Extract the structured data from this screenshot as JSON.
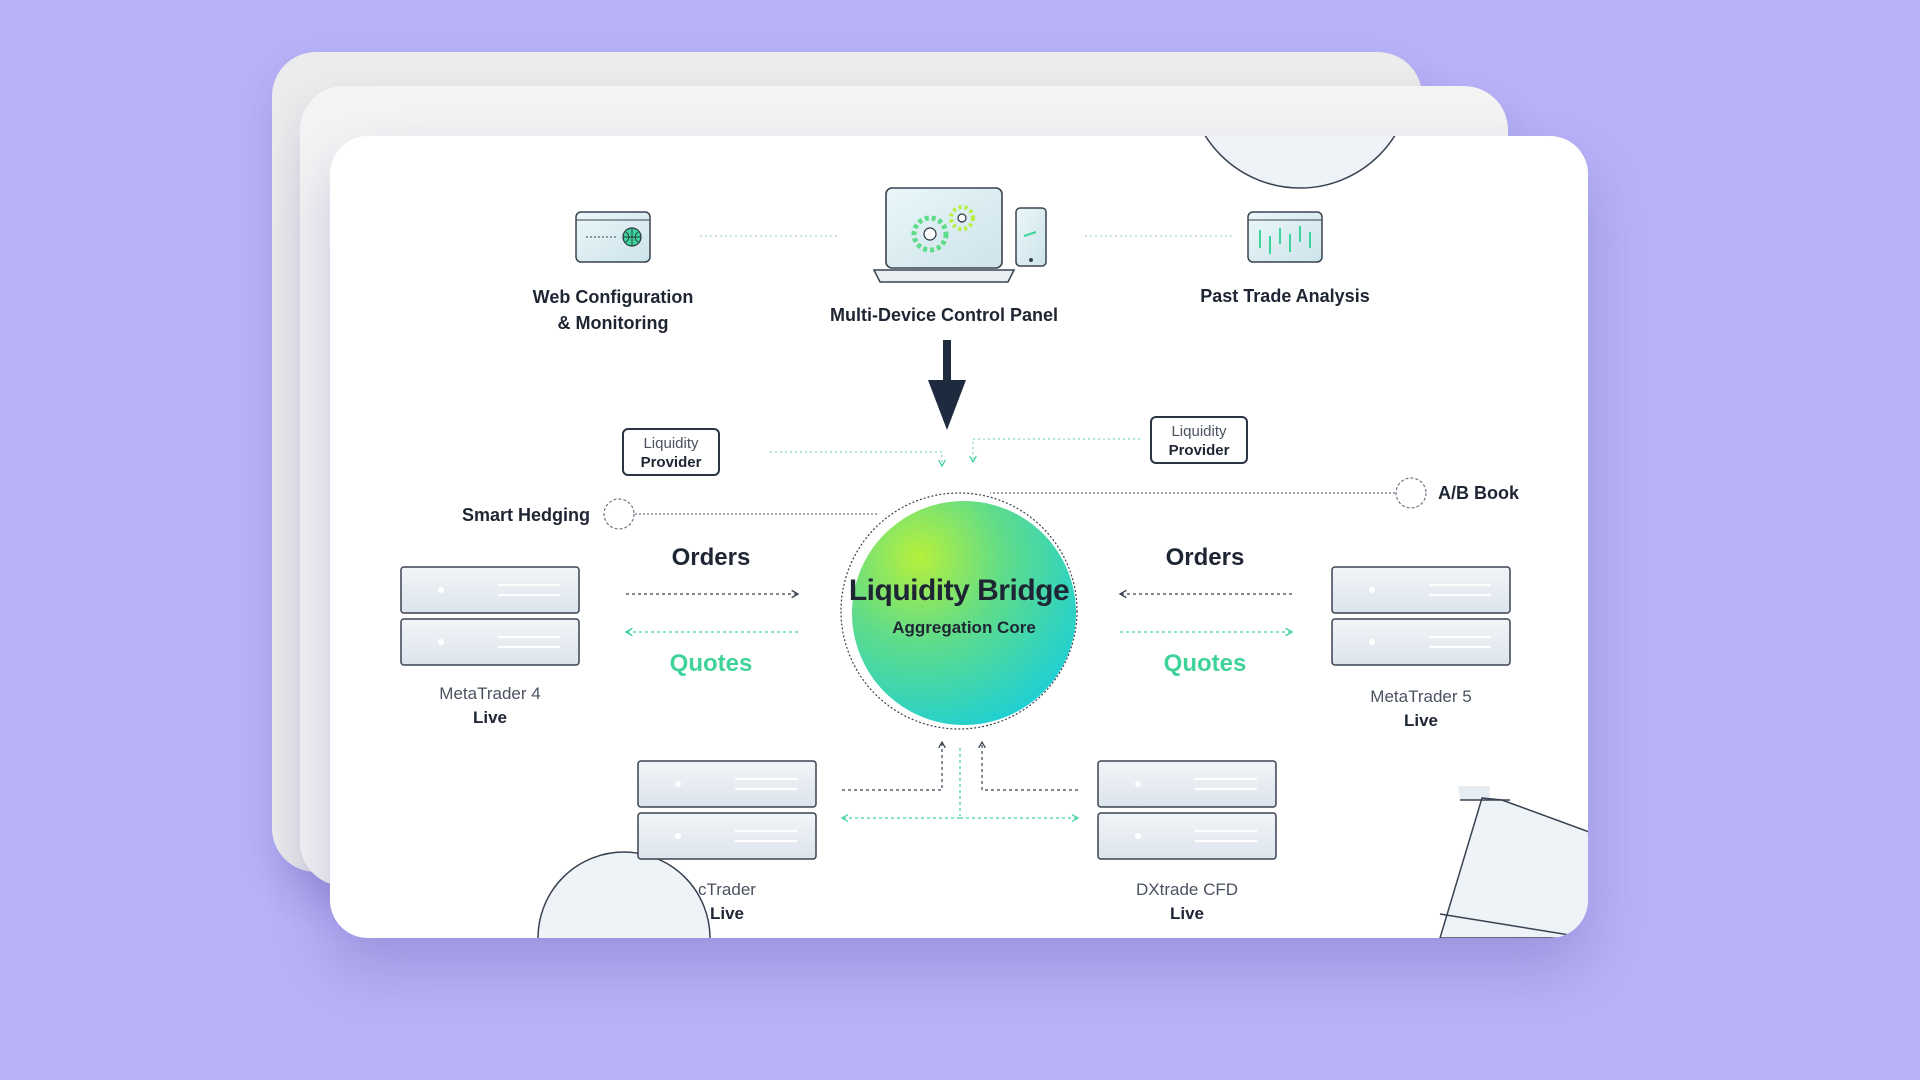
{
  "top_nodes": {
    "web": {
      "line1": "Web Configuration",
      "line2": "& Monitoring",
      "icon": "browser-globe-icon"
    },
    "panel": {
      "label": "Multi-Device Control Panel",
      "icon": "laptop-gears-icon"
    },
    "analysis": {
      "label": "Past Trade Analysis",
      "icon": "candlestick-chart-icon"
    }
  },
  "liquidity_providers": [
    {
      "line1": "Liquidity",
      "line2": "Provider"
    },
    {
      "line1": "Liquidity",
      "line2": "Provider"
    }
  ],
  "smart_hedging": "Smart Hedging",
  "ab_book": "A/B Book",
  "bridge": {
    "title": "Liquidity Bridge",
    "subtitle": "Aggregation Core"
  },
  "flows": {
    "orders": "Orders",
    "quotes": "Quotes"
  },
  "platforms": {
    "mt4": {
      "name": "MetaTrader 4",
      "status": "Live"
    },
    "mt5": {
      "name": "MetaTrader 5",
      "status": "Live"
    },
    "ctrader": {
      "name": "cTrader",
      "status": "Live"
    },
    "dxtrade": {
      "name": "DXtrade CFD",
      "status": "Live"
    }
  },
  "colors": {
    "background": "#b8b2f7",
    "quotes_green": "#3fd39a",
    "text_dark": "#1e2533",
    "bridge_gradient_start": "#b6f03c",
    "bridge_gradient_end": "#1ccfd8"
  }
}
